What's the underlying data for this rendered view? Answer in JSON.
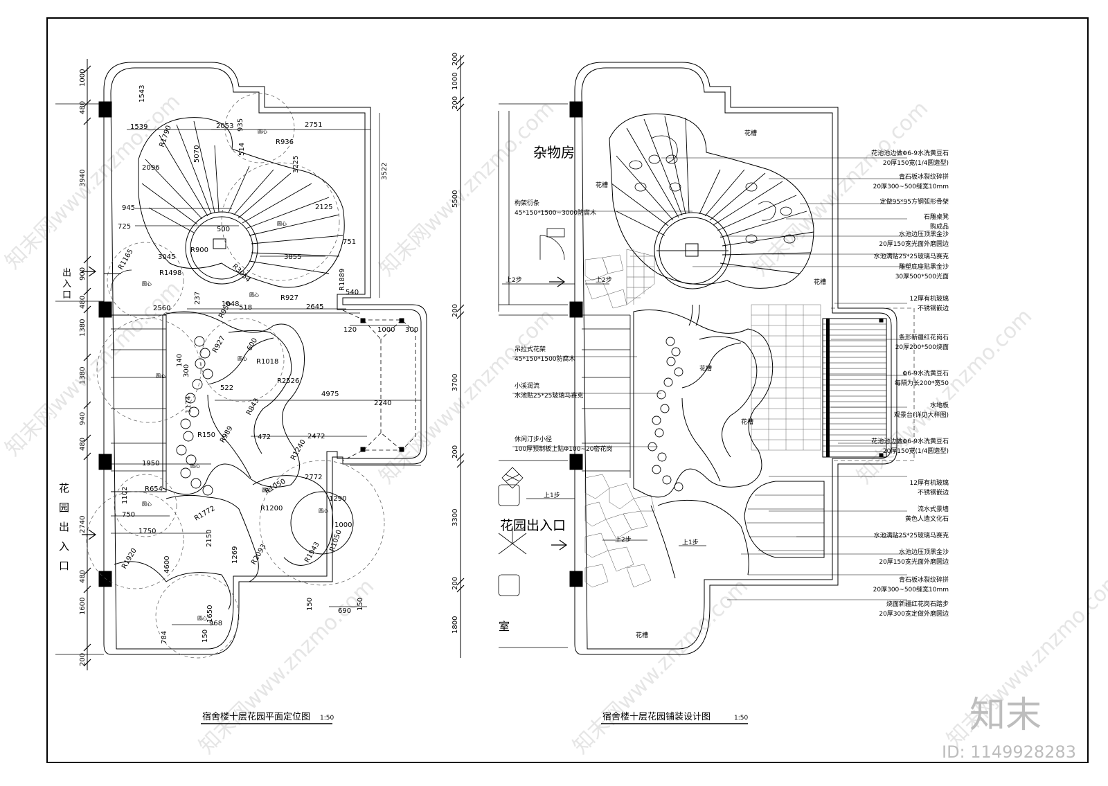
{
  "left_plan": {
    "title": "宿舍楼十层花园平面定位图",
    "scale": "1:50",
    "vertical_dims": [
      "1000",
      "480",
      "3940",
      "900",
      "480",
      "1380",
      "1380",
      "940",
      "480",
      "2740",
      "480",
      "1600",
      "200"
    ],
    "dims": [
      "1543",
      "1539",
      "2053",
      "935",
      "2751",
      "R1790",
      "5070",
      "R936",
      "2096",
      "514",
      "3225",
      "3522",
      "945",
      "2125",
      "725",
      "500",
      "751",
      "R1165",
      "R900",
      "R3054",
      "3855",
      "3045",
      "R1498",
      "R1889",
      "540",
      "237",
      "1048",
      "518",
      "R927",
      "2645",
      "2560",
      "R958",
      "120",
      "1000",
      "300",
      "R927",
      "600",
      "R1018",
      "140",
      "300",
      "R2526",
      "4975",
      "522",
      "2240",
      "1174",
      "R843",
      "R150",
      "R989",
      "472",
      "2472",
      "1950",
      "R1240",
      "2772",
      "R654",
      "R1050",
      "1102",
      "1290",
      "750",
      "R1200",
      "1000",
      "1750",
      "R1772",
      "R2093",
      "R1050",
      "2150",
      "R1943",
      "1269",
      "R1920",
      "4600",
      "1650",
      "784",
      "968",
      "690",
      "150",
      "150",
      "150"
    ],
    "center_label": "圆心",
    "entrance_top": [
      "出",
      "入",
      "口"
    ],
    "entrance_garden": [
      "花",
      "园",
      "出",
      "入",
      "口"
    ]
  },
  "right_plan": {
    "title": "宿舍楼十层花园铺装设计图",
    "scale": "1:50",
    "vertical_dims": [
      "200",
      "1000",
      "200",
      "5500",
      "200",
      "3700",
      "200",
      "3300",
      "200",
      "1800"
    ],
    "room_label": "杂物房",
    "garden_entrance": "花园出入口",
    "step_labels": [
      "上2步",
      "上2步",
      "上1步",
      "上2步",
      "上1步"
    ],
    "planter_labels": [
      "花槽",
      "花槽",
      "花槽",
      "花槽",
      "花槽",
      "花槽"
    ],
    "left_notes": [
      {
        "line1": "构架衍条",
        "line2": "45*150*1500~3000防腐木"
      },
      {
        "line1": "吊拉式花架",
        "line2": "45*150*1500防腐木"
      },
      {
        "line1": "小溪润流",
        "line2": "水池贴25*25玻璃马赛克"
      },
      {
        "line1": "休闲汀步小径",
        "line2": "100厚预制板上贴Φ100~20密花岗"
      }
    ],
    "right_notes": [
      "花池池边做Φ6-9水洗黄豆石",
      "20厚150宽(1/4圆造型)",
      "青石板冰裂纹碎拼",
      "20厚300~500缝宽10mm",
      "定做95*95方钢弧形骨架",
      "石雕桌凳",
      "购成品",
      "水池边压顶黑金沙",
      "20厚150宽光面外磨圆边",
      "水池满贴25*25玻璃马赛克",
      "雕塑底座贴黑金沙",
      "30厚500*500光面",
      "12厚有机玻璃",
      "不锈钢嵌边",
      "条形新疆红花岗石",
      "20厚200*500烧面",
      "Φ6-9水洗黄豆石",
      "每隔为长200*宽50",
      "水地板",
      "观景台(详见大样图)",
      "花池池边做Φ6-9水洗黄豆石",
      "20厚150宽(1/4圆造型)",
      "12厚有机玻璃",
      "不锈钢嵌边",
      "流水式景墙",
      "黄色人造文化石",
      "水池满贴25*25玻璃马赛克",
      "水池边压顶黑金沙",
      "20厚150宽光面外磨圆边",
      "青石板冰裂纹碎拼",
      "20厚300~500缝宽10mm",
      "烧面新疆红花岗石踏步",
      "20厚300宽定做外磨圆边"
    ],
    "misc_label": "室"
  },
  "watermark": {
    "logo": "知末",
    "id": "ID: 1149928283",
    "diagonal": "知末网www.znzmo.com"
  }
}
